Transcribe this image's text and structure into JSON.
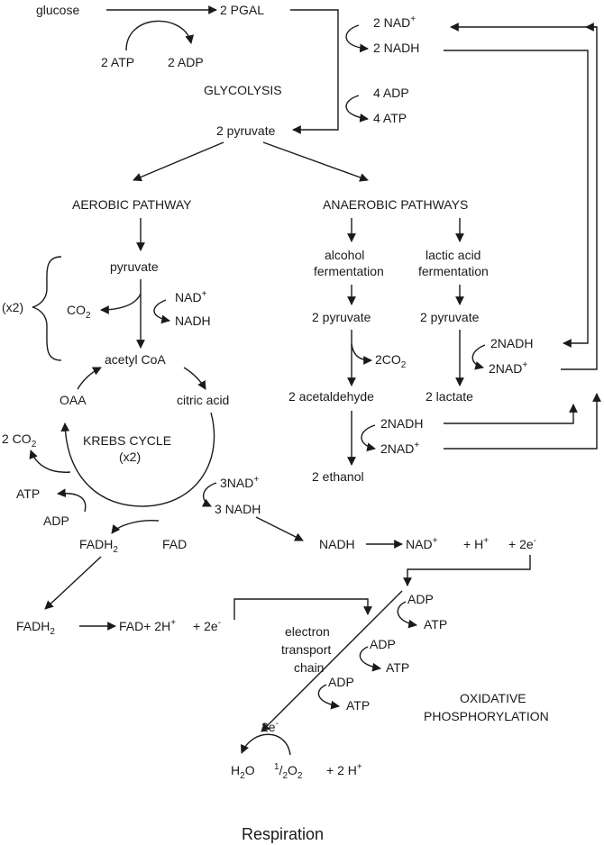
{
  "glycolysis": {
    "glucose": "glucose",
    "pgal": "2 PGAL",
    "atp_in": "2 ATP",
    "adp_out": "2 ADP",
    "label": "GLYCOLYSIS",
    "nad_plus": "2 NAD",
    "nadh": "2 NADH",
    "adp_in": "4 ADP",
    "atp_out": "4 ATP",
    "pyruvate": "2 pyruvate"
  },
  "aerobic": {
    "title": "AEROBIC PATHWAY",
    "pyruvate": "pyruvate",
    "times2": "(x2)",
    "co2": "CO",
    "nad_plus": "NAD",
    "nadh": "NADH",
    "acetyl_coa": "acetyl CoA",
    "oaa": "OAA",
    "citric_acid": "citric acid",
    "krebs": "KREBS CYCLE",
    "krebs_times": "(x2)",
    "co2_out": "2 CO",
    "atp": "ATP",
    "adp": "ADP",
    "fadh2": "FADH",
    "fad": "FAD",
    "nad3": "3NAD",
    "nadh3": "3 NADH"
  },
  "anaerobic": {
    "title": "ANAEROBIC PATHWAYS",
    "alcohol_1": "alcohol",
    "alcohol_2": "fermentation",
    "lactic_1": "lactic acid",
    "lactic_2": "fermentation",
    "pyr_left": "2 pyruvate",
    "pyr_right": "2 pyruvate",
    "co2": "2CO",
    "acetaldehyde": "2 acetaldehyde",
    "lactate": "2 lactate",
    "nadh_r": "2NADH",
    "nad_r": "2NAD",
    "nadh_l": "2NADH",
    "nad_l": "2NAD",
    "ethanol": "2 ethanol"
  },
  "oxidative": {
    "nadh": "NADH",
    "nad_plus": "NAD",
    "h_plus": "+ H",
    "two_e": "+ 2e",
    "fadh2": "FADH",
    "fad_line": "FAD+ 2H",
    "fad_e": "+ 2e",
    "etc_1": "electron",
    "etc_2": "transport",
    "etc_3": "chain",
    "adp": "ADP",
    "atp": "ATP",
    "label_1": "OXIDATIVE",
    "label_2": "PHOSPHORYLATION",
    "e2": "2e",
    "h2o": "H",
    "o_half": "O",
    "h2": "+ 2 H"
  },
  "caption": "Respiration"
}
